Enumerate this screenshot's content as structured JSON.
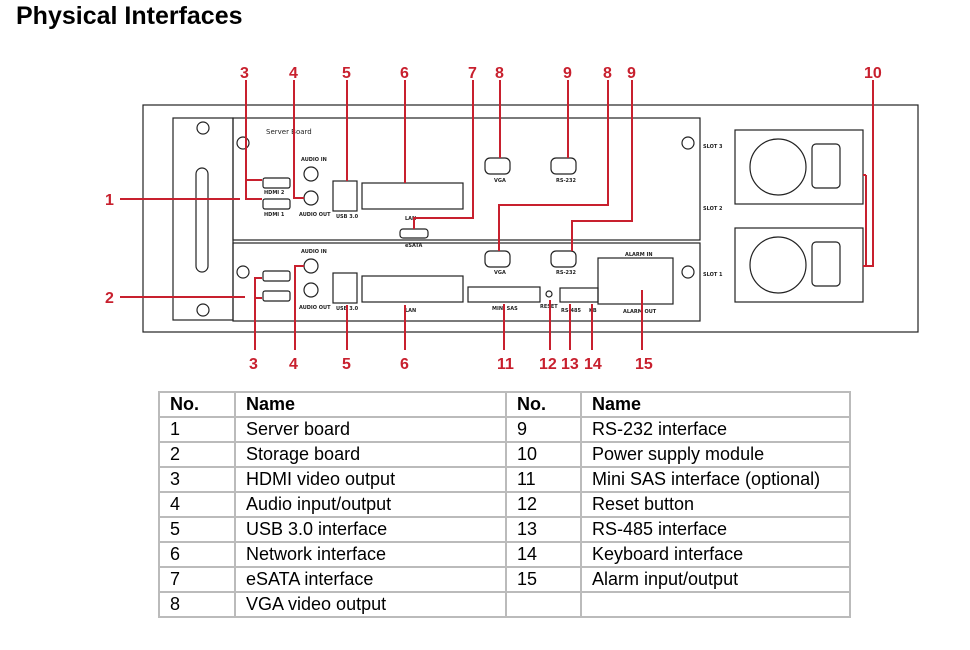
{
  "title": "Physical Interfaces",
  "diagram": {
    "server_board": "Server Board",
    "audio_in": "AUDIO IN",
    "audio_out": "AUDIO OUT",
    "hdmi1": "HDMI 1",
    "hdmi2": "HDMI 2",
    "usb": "USB 3.0",
    "lan": "LAN",
    "vga": "VGA",
    "rs232": "RS-232",
    "esata": "eSATA",
    "mini_sas": "MINI SAS",
    "reset": "RESET",
    "rs485": "RS-485",
    "kb": "KB",
    "alarm_in": "ALARM IN",
    "alarm_out": "ALARM OUT",
    "slot1": "SLOT 1",
    "slot2": "SLOT 2",
    "slot3": "SLOT 3",
    "ports": [
      "1",
      "2",
      "3",
      "4"
    ],
    "callouts_top": [
      "3",
      "4",
      "5",
      "6",
      "7",
      "8",
      "9",
      "8",
      "9",
      "10"
    ],
    "callouts_left": [
      "1",
      "2"
    ],
    "callouts_bottom": [
      "3",
      "4",
      "5",
      "6",
      "11",
      "12",
      "13",
      "14",
      "15"
    ],
    "callout_color": "#c8202e"
  },
  "table": {
    "headers": [
      "No.",
      "Name",
      "No.",
      "Name"
    ],
    "rows": [
      [
        "1",
        "Server board",
        "9",
        "RS-232 interface"
      ],
      [
        "2",
        "Storage board",
        "10",
        "Power supply module"
      ],
      [
        "3",
        "HDMI video output",
        "11",
        "Mini SAS interface (optional)"
      ],
      [
        "4",
        "Audio input/output",
        "12",
        "Reset button"
      ],
      [
        "5",
        "USB 3.0 interface",
        "13",
        "RS-485 interface"
      ],
      [
        "6",
        "Network interface",
        "14",
        "Keyboard interface"
      ],
      [
        "7",
        "eSATA interface",
        "15",
        "Alarm input/output"
      ],
      [
        "8",
        "VGA video output",
        "",
        ""
      ]
    ]
  }
}
